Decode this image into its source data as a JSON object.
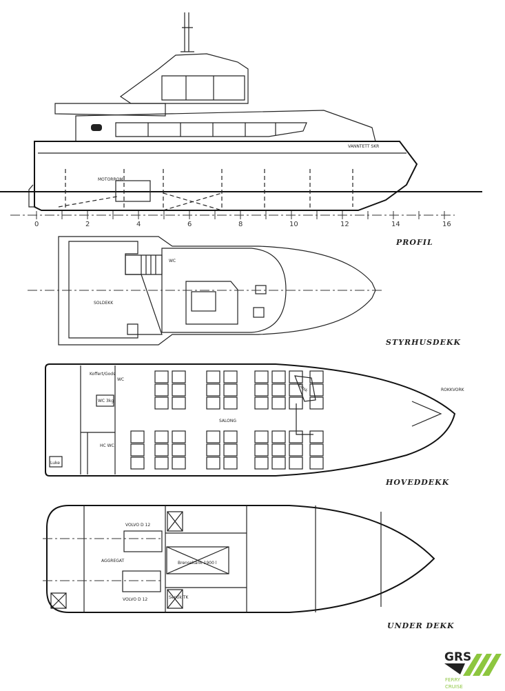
{
  "views": {
    "profile": {
      "title": "PROFIL",
      "engine_room": "MOTORROM",
      "bulkhead": "VANNTETT SKR",
      "scale_ticks": [
        "0",
        "2",
        "4",
        "6",
        "8",
        "10",
        "12",
        "14",
        "16"
      ]
    },
    "wheelhouse_deck": {
      "title": "STYRHUSDEKK",
      "sun_deck": "SOLDEKK",
      "wc": "WC"
    },
    "main_deck": {
      "title": "HOVEDDEKK",
      "luggage": "Koffert/Gods",
      "wc": "WC",
      "wc_small": "WC 3kg",
      "hc_wc": "HC WC",
      "saloon": "SALONG",
      "bow": "ROKKVORK",
      "hatch": "Luke",
      "kiosk": "Kiosk"
    },
    "under_deck": {
      "title": "UNDER DEKK",
      "engine_1": "VOLVO D 12",
      "engine_2": "VOLVO D 12",
      "generator": "AGGREGAT",
      "fuel_tank": "Brenseltank 1900 l",
      "septic": "Septik TK"
    }
  },
  "logo": {
    "text": "GRS",
    "sub1": "FERRY",
    "sub2": "CRUISE",
    "colors": {
      "dark": "#222222",
      "green": "#8dc63f"
    }
  }
}
